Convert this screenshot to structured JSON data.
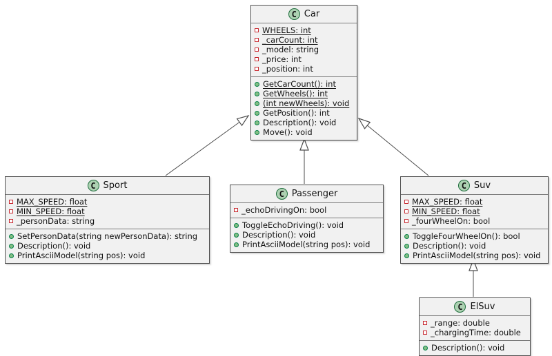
{
  "diagram": {
    "type": "uml-class-diagram",
    "classes": [
      {
        "name": "Car",
        "stereotype": "C",
        "fields": [
          {
            "text": "WHEELS: int",
            "static": true
          },
          {
            "text": "_carCount: int",
            "static": true
          },
          {
            "text": "_model: string",
            "static": false
          },
          {
            "text": "_price: int",
            "static": false
          },
          {
            "text": "_position: int",
            "static": false
          }
        ],
        "methods": [
          {
            "text": "GetCarCount(): int",
            "static": true
          },
          {
            "text": "GetWheels(): int",
            "static": true
          },
          {
            "text": "(int newWheels): void",
            "static": true
          },
          {
            "text": "GetPosition(): int",
            "static": false
          },
          {
            "text": "Description(): void",
            "static": false
          },
          {
            "text": "Move(): void",
            "static": false
          }
        ]
      },
      {
        "name": "Sport",
        "stereotype": "C",
        "fields": [
          {
            "text": "MAX_SPEED: float",
            "static": true
          },
          {
            "text": "MIN_SPEED: float",
            "static": true
          },
          {
            "text": "_personData: string",
            "static": false
          }
        ],
        "methods": [
          {
            "text": "SetPersonData(string newPersonData): string",
            "static": false
          },
          {
            "text": "Description(): void",
            "static": false
          },
          {
            "text": "PrintAsciiModel(string pos): void",
            "static": false
          }
        ]
      },
      {
        "name": "Passenger",
        "stereotype": "C",
        "fields": [
          {
            "text": "_echoDrivingOn: bool",
            "static": false
          }
        ],
        "methods": [
          {
            "text": "ToggleEchoDriving(): void",
            "static": false
          },
          {
            "text": "Description(): void",
            "static": false
          },
          {
            "text": "PrintAsciiModel(string pos): void",
            "static": false
          }
        ]
      },
      {
        "name": "Suv",
        "stereotype": "C",
        "fields": [
          {
            "text": "MAX_SPEED: float",
            "static": true
          },
          {
            "text": "MIN_SPEED: float",
            "static": true
          },
          {
            "text": "_fourWheelOn: bool",
            "static": false
          }
        ],
        "methods": [
          {
            "text": "ToggleFourWheelOn(): bool",
            "static": false
          },
          {
            "text": "Description(): void",
            "static": false
          },
          {
            "text": "PrintAsciiModel(string pos): void",
            "static": false
          }
        ]
      },
      {
        "name": "ElSuv",
        "stereotype": "C",
        "fields": [
          {
            "text": "_range: double",
            "static": false
          },
          {
            "text": "_chargingTime: double",
            "static": false
          }
        ],
        "methods": [
          {
            "text": "Description(): void",
            "static": false
          }
        ]
      }
    ],
    "relations": [
      {
        "from": "Sport",
        "to": "Car",
        "type": "extends"
      },
      {
        "from": "Passenger",
        "to": "Car",
        "type": "extends"
      },
      {
        "from": "Suv",
        "to": "Car",
        "type": "extends"
      },
      {
        "from": "ElSuv",
        "to": "Suv",
        "type": "extends"
      }
    ],
    "colors": {
      "background": "#FFFFFF",
      "box_fill": "#F1F1F1",
      "box_border": "#4D4D4D",
      "class_circle_fill": "#ADD1B2",
      "class_circle_border": "#1E6E3C",
      "field_icon_border": "#C82930",
      "method_icon_fill": "#84BE84",
      "method_icon_border": "#038048"
    }
  }
}
